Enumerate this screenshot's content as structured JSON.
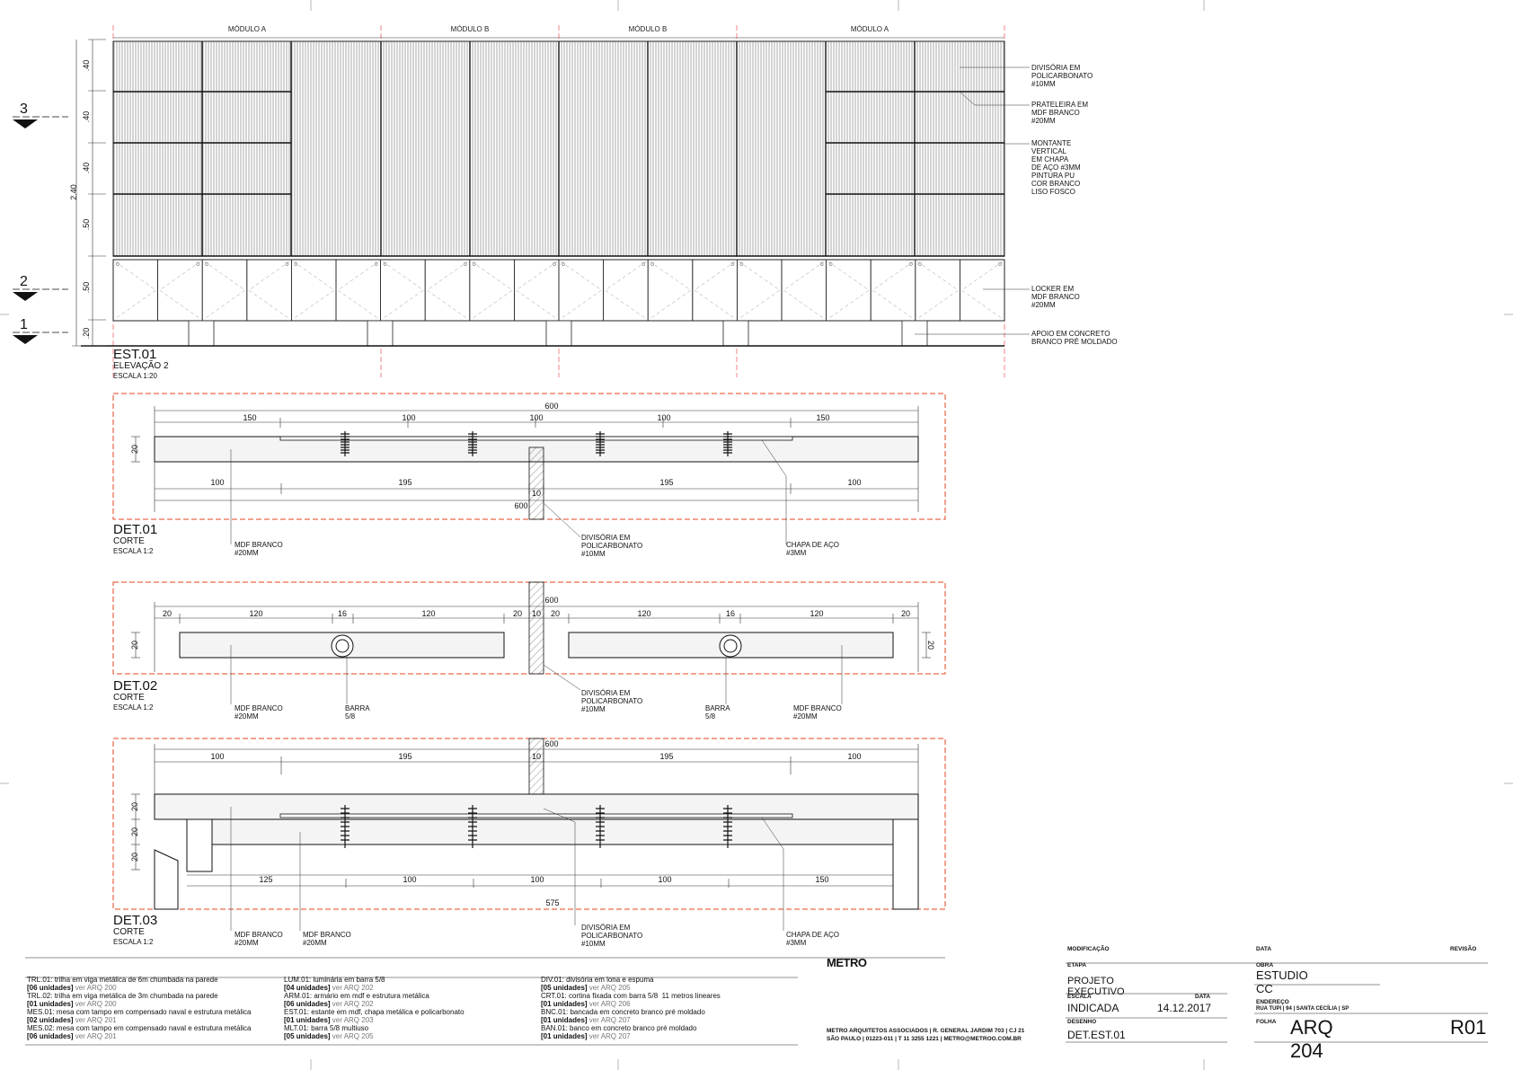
{
  "modules": [
    "MÓDULO A",
    "MÓDULO B",
    "MÓDULO B",
    "MÓDULO A"
  ],
  "levels": [
    "3",
    "2",
    "1"
  ],
  "elevation_dims": [
    ".40",
    ".40",
    ".40",
    ".50",
    ".50",
    ".20",
    "2.40"
  ],
  "callouts": {
    "divisoria": "DIVISÓRIA EM\nPOLICARBONATO\n#10MM",
    "prateleira": "PRATELEIRA EM\nMDF BRANCO\n#20MM",
    "montante": "MONTANTE\nVERTICAL\nEM CHAPA\nDE AÇO #3MM\nPINTURA PU\nCOR BRANCO\nLISO FOSCO",
    "locker": "LOCKER EM\nMDF BRANCO\n#20MM",
    "apoio": "APOIO EM CONCRETO\nBRANCO PRÉ MOLDADO"
  },
  "est01": {
    "code": "EST.01",
    "name": "ELEVAÇÃO 2",
    "scale": "ESCALA 1:20"
  },
  "det01": {
    "code": "DET.01",
    "name": "CORTE",
    "scale": "ESCALA 1:2",
    "dims_top": [
      "600",
      "150",
      "100",
      "100",
      "100",
      "150",
      "20"
    ],
    "dims_bottom": [
      "100",
      "195",
      "195",
      "100",
      "10",
      "600"
    ],
    "labels": [
      "MDF BRANCO\n#20MM",
      "DIVISÓRIA EM\nPOLICARBONATO\n#10MM",
      "CHAPA DE AÇO\n#3MM"
    ]
  },
  "det02": {
    "code": "DET.02",
    "name": "CORTE",
    "scale": "ESCALA 1:2",
    "dims_top": [
      "600",
      "20",
      "120",
      "16",
      "120",
      "20",
      "10",
      "20",
      "120",
      "16",
      "120",
      "20",
      "20",
      "20"
    ],
    "labels": [
      "MDF BRANCO\n#20MM",
      "BARRA\n5/8",
      "DIVISÓRIA EM\nPOLICARBONATO\n#10MM",
      "BARRA\n5/8",
      "MDF BRANCO\n#20MM"
    ]
  },
  "det03": {
    "code": "DET.03",
    "name": "CORTE",
    "scale": "ESCALA 1:2",
    "dims_top": [
      "600",
      "100",
      "195",
      "10",
      "195",
      "100",
      "20",
      "20",
      "20"
    ],
    "dims_bottom": [
      "125",
      "100",
      "100",
      "100",
      "150",
      "575"
    ],
    "labels": [
      "MDF BRANCO\n#20MM",
      "MDF BRANCO\n#20MM",
      "DIVISÓRIA EM\nPOLICARBONATO\n#10MM",
      "CHAPA DE AÇO\n#3MM"
    ]
  },
  "legend": [
    {
      "code": "TRL.01:",
      "desc": " trilha em viga metálica de 6m chumbada na parede",
      "qty": "[06 unidades]",
      "ref": " ver ARQ 200"
    },
    {
      "code": "TRL.02:",
      "desc": " trilha em viga metálica de 3m chumbada na parede",
      "qty": "[01 unidades]",
      "ref": " ver ARQ 200"
    },
    {
      "code": "MES.01:",
      "desc": " mesa com tampo em compensado naval e estrutura metálica",
      "qty": "[02 unidades]",
      "ref": " ver ARQ 201"
    },
    {
      "code": "MES.02:",
      "desc": " mesa com tampo em compensado naval e estrutura metálica",
      "qty": "[06 unidades]",
      "ref": " ver ARQ 201"
    },
    {
      "code": "LUM.01:",
      "desc": " luminária em barra 5/8",
      "qty": "[04 unidades]",
      "ref": " ver ARQ 202"
    },
    {
      "code": "ARM.01:",
      "desc": " armário em mdf e estrutura metálica",
      "qty": "[06 unidades]",
      "ref": " ver ARQ 202"
    },
    {
      "code": "EST.01:",
      "desc": " estante em mdf, chapa metálica e policarbonato",
      "qty": "[01 unidades]",
      "ref": " ver ARQ 203"
    },
    {
      "code": "MLT.01:",
      "desc": " barra 5/8 multiuso",
      "qty": "[05 unidades]",
      "ref": " ver ARQ 205"
    },
    {
      "code": "DIV.01:",
      "desc": " divisória em lona e espuma",
      "qty": "[05 unidades]",
      "ref": " ver ARQ 205"
    },
    {
      "code": "CRT.01:",
      "desc": " cortina fixada com barra 5/8  11 metros lineares",
      "qty": "[01 unidades]",
      "ref": " ver ARQ 206"
    },
    {
      "code": "BNC.01:",
      "desc": " bancada em concreto branco pré moldado",
      "qty": "[01 unidades]",
      "ref": " ver ARQ 207"
    },
    {
      "code": "BAN.01:",
      "desc": " banco em concreto branco pré moldado",
      "qty": "[01 unidades]",
      "ref": " ver ARQ 207"
    }
  ],
  "brand": {
    "logo": "METRO",
    "address1": "METRO ARQUITETOS ASSOCIADOS | R. GENERAL JARDIM 703 | CJ 21",
    "address2": "SÃO PAULO | 01223-011 | T 11 3255 1221 | METRO@METROO.COM.BR"
  },
  "titleblock": {
    "modificacao_label": "MODIFICAÇÃO",
    "data_label": "DATA",
    "revisao_label": "REVISÃO",
    "etapa_label": "ETAPA",
    "etapa": "PROJETO EXECUTIVO",
    "obra_label": "OBRA",
    "obra": "ESTUDIO CC",
    "escala_label": "ESCALA",
    "escala": "INDICADA",
    "data2_label": "DATA",
    "data": "14.12.2017",
    "endereco_label": "ENDEREÇO",
    "endereco": "RUA TUPI | 94 | SANTA CECÍLIA | SP",
    "desenho_label": "DESENHO",
    "desenho": "DET.EST.01",
    "folha_label": "FOLHA",
    "folha": "ARQ 204",
    "revisao": "R01"
  }
}
